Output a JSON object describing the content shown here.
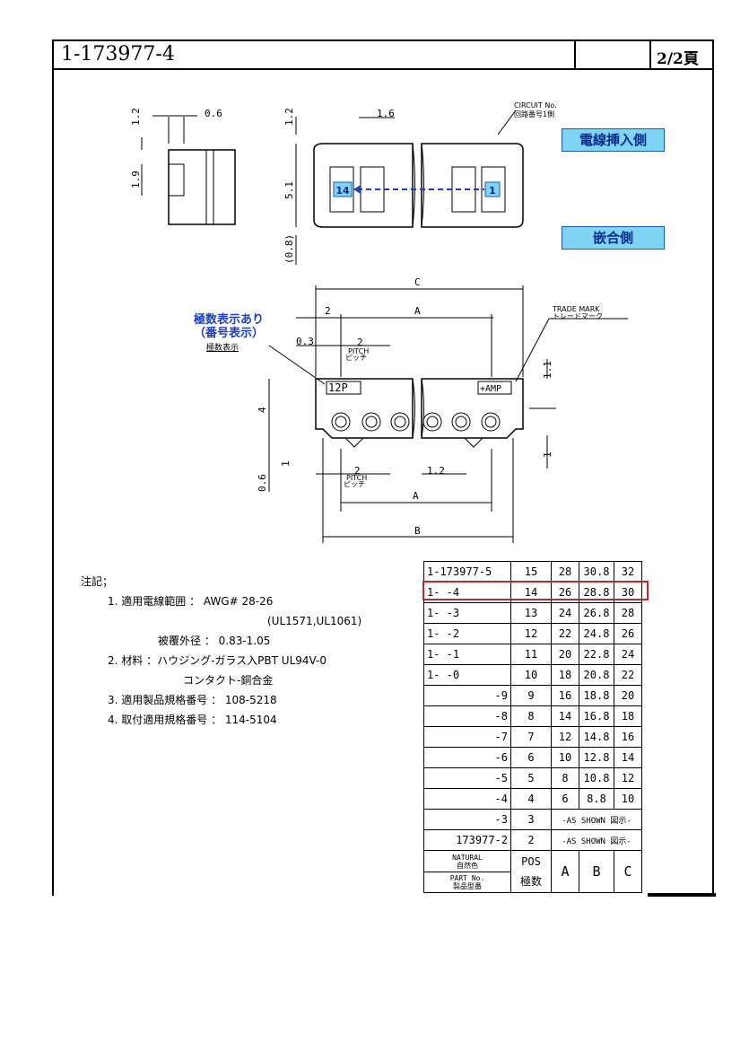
{
  "document": {
    "part_number": "1-173977-4",
    "page": "2/2頁"
  },
  "callouts": {
    "wire_insertion_side": "電線挿入側",
    "mating_side": "嵌合側",
    "pos_marking": "極数表示あり\n（番号表示）",
    "pos_marking_sub": "極数表示"
  },
  "drawing_labels": {
    "circuit_no": "CIRCUIT No.",
    "circuit_no_jp": "回路番号1側",
    "trade_mark": "TRADE MARK",
    "trade_mark_jp": "トレードマーク",
    "pin_14": "14",
    "pin_1": "1",
    "pos_mark": "12P",
    "amp_mark": "+AMP",
    "pitch": "PITCH",
    "pitch_jp": "ピッチ"
  },
  "dimensions": {
    "d1": "1.2",
    "d2": "0.6",
    "d3": "1.9",
    "d4": "1.2",
    "d5": "1.6",
    "d6": "5.1",
    "d7": "(0.8)",
    "c": "C",
    "a": "A",
    "b": "B",
    "d8": "2",
    "d9": "0.3",
    "d10": "2",
    "d11": "1.1",
    "d12": "4",
    "d13": "1",
    "d14": "0.6",
    "d15": "2",
    "d16": "1.2",
    "d17": "1"
  },
  "notes": {
    "heading": "注記；",
    "n1a": "1. 適用電線範囲 ： AWG# 28-26",
    "n1b": "(UL1571,UL1061)",
    "n1c": "被覆外径 ： 0.83-1.05",
    "n2a": "2. 材料 ：ハウジング-ガラス入PBT UL94V-0",
    "n2b": "コンタクト-銅合金",
    "n3": "3. 適用製品規格番号 ： 108-5218",
    "n4": "4. 取付適用規格番号 ： 114-5104"
  },
  "table": {
    "rows": [
      {
        "pn": "1-173977-5",
        "pos": "15",
        "a": "28",
        "b": "30.8",
        "c": "32"
      },
      {
        "pn": "1-     -4",
        "pos": "14",
        "a": "26",
        "b": "28.8",
        "c": "30"
      },
      {
        "pn": "1-     -3",
        "pos": "13",
        "a": "24",
        "b": "26.8",
        "c": "28"
      },
      {
        "pn": "1-     -2",
        "pos": "12",
        "a": "22",
        "b": "24.8",
        "c": "26"
      },
      {
        "pn": "1-     -1",
        "pos": "11",
        "a": "20",
        "b": "22.8",
        "c": "24"
      },
      {
        "pn": "1-     -0",
        "pos": "10",
        "a": "18",
        "b": "20.8",
        "c": "22"
      },
      {
        "pn": "-9",
        "pos": "9",
        "a": "16",
        "b": "18.8",
        "c": "20"
      },
      {
        "pn": "-8",
        "pos": "8",
        "a": "14",
        "b": "16.8",
        "c": "18"
      },
      {
        "pn": "-7",
        "pos": "7",
        "a": "12",
        "b": "14.8",
        "c": "16"
      },
      {
        "pn": "-6",
        "pos": "6",
        "a": "10",
        "b": "12.8",
        "c": "14"
      },
      {
        "pn": "-5",
        "pos": "5",
        "a": "8",
        "b": "10.8",
        "c": "12"
      },
      {
        "pn": "-4",
        "pos": "4",
        "a": "6",
        "b": "8.8",
        "c": "10"
      }
    ],
    "shown_rows": [
      {
        "pn": "-3",
        "pos": "3",
        "shown": "-AS SHOWN 図示-"
      },
      {
        "pn": "173977-2",
        "pos": "2",
        "shown": "-AS SHOWN 図示-"
      }
    ],
    "header": {
      "natural": "NATURAL",
      "natural_jp": "自然色",
      "part_no": "PART No.",
      "part_no_jp": "製品型番",
      "pos": "POS",
      "pos_jp": "極数",
      "a": "A",
      "b": "B",
      "c": "C"
    }
  }
}
